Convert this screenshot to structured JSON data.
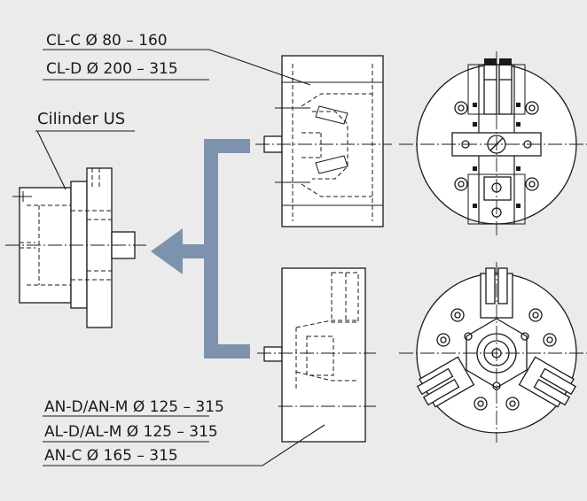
{
  "labels": {
    "cl_c": "CL-C Ø 80 – 160",
    "cl_d": "CL-D Ø 200 – 315",
    "cylinder": "Cilinder US",
    "an_d": "AN-D/AN-M Ø 125 – 315",
    "al_d": "AL-D/AL-M Ø 125 – 315",
    "an_c": "AN-C Ø 165 – 315"
  },
  "colors": {
    "background": "#ebebeb",
    "line": "#1a1a1a",
    "bracket": "#7d93ad",
    "fill": "#ffffff"
  }
}
